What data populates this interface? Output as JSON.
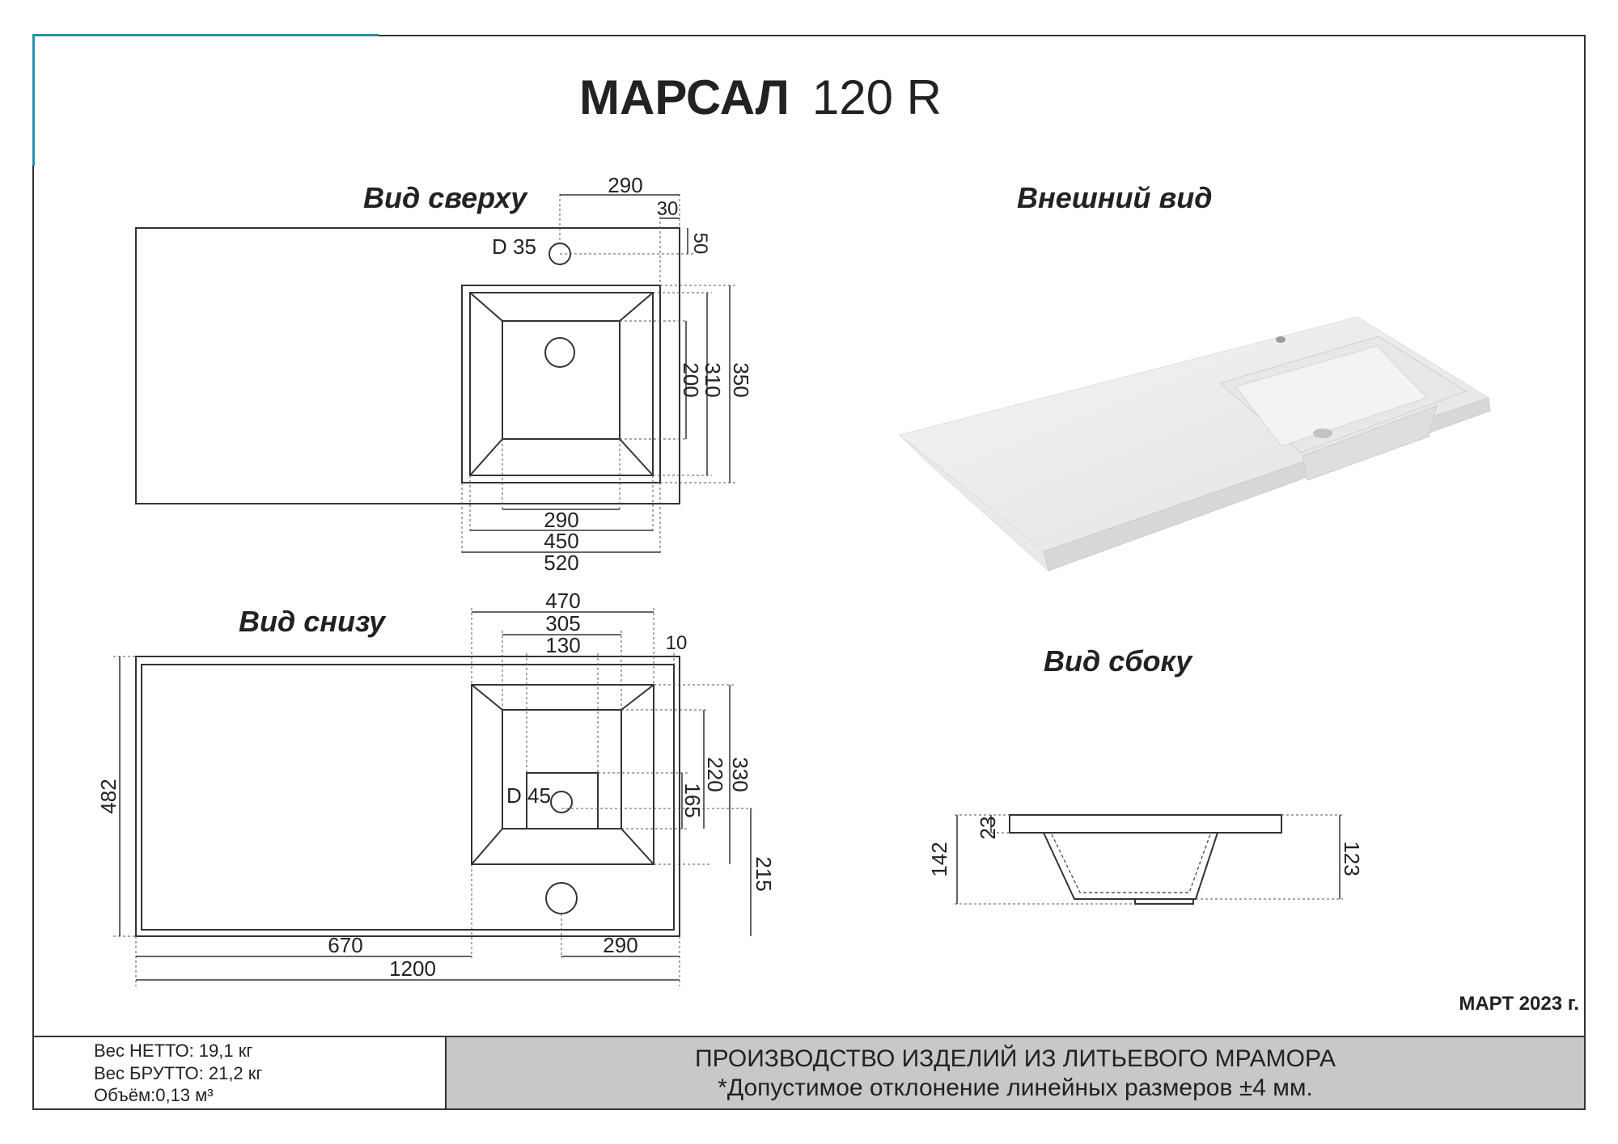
{
  "header": {
    "brand": "МАРСАЛ",
    "model": "120 R"
  },
  "views": {
    "top": "Вид сверху",
    "bottom": "Вид снизу",
    "exterior": "Внешний вид",
    "side": "Вид сбоку"
  },
  "top_view": {
    "dims": {
      "w290_top": "290",
      "w30": "30",
      "h50": "50",
      "hole": "D 35",
      "h200": "200",
      "h310": "310",
      "h350": "350",
      "w290_bot": "290",
      "w450": "450",
      "w520": "520"
    }
  },
  "bottom_view": {
    "dims": {
      "w470": "470",
      "w305": "305",
      "w130": "130",
      "w10": "10",
      "h482": "482",
      "hole": "D 45",
      "h330": "330",
      "h220": "220",
      "h165": "165",
      "h215": "215",
      "w670": "670",
      "w290": "290",
      "w1200": "1200"
    }
  },
  "side_view": {
    "dims": {
      "h142": "142",
      "h23": "23",
      "h123": "123"
    }
  },
  "date": "МАРТ 2023 г.",
  "footer": {
    "net": "Вес НЕТТО: 19,1 кг",
    "gross": "Вес БРУТТО: 21,2 кг",
    "volume": "Объём:0,13 м³",
    "production": "ПРОИЗВОДСТВО ИЗДЕЛИЙ ИЗ ЛИТЬЕВОГО МРАМОРА",
    "tolerance": "*Допустимое отклонение линейных размеров ±4 мм."
  },
  "colors": {
    "accent": "#2a8fb0",
    "footer_bg": "#c8c8c8",
    "line": "#333333"
  }
}
